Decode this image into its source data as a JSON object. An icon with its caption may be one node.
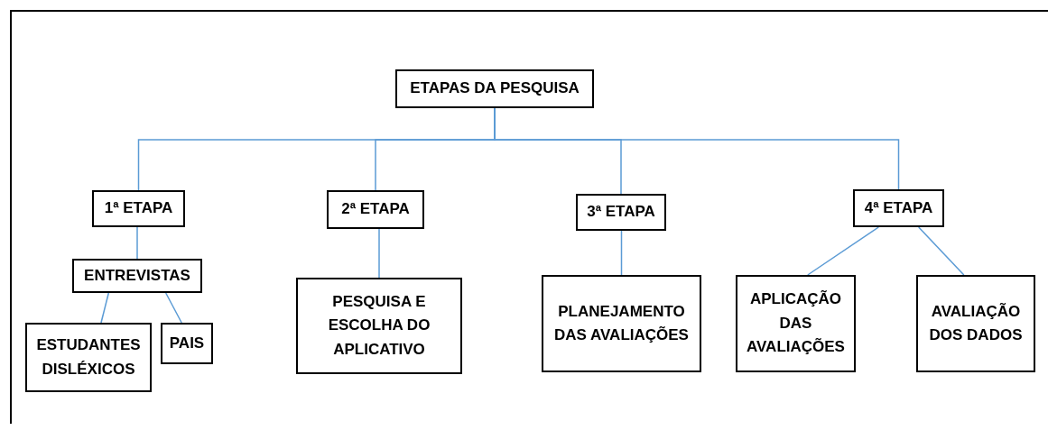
{
  "diagram": {
    "nodes": [
      {
        "text": [
          "ETAPAS DA PESQUISA"
        ]
      },
      {
        "text": [
          "1ª ETAPA"
        ]
      },
      {
        "text": [
          "ENTREVISTAS"
        ]
      },
      {
        "text": [
          "ESTUDANTES DISLÉXICOS"
        ]
      },
      {
        "text": [
          "PAIS"
        ]
      },
      {
        "text": [
          "2ª ETAPA"
        ]
      },
      {
        "text": [
          "PESQUISA E ESCOLHA DO APLICATIVO"
        ]
      },
      {
        "text": [
          "3ª ETAPA"
        ]
      },
      {
        "text": [
          "PLANEJAMENTO DAS AVALIAÇÕES"
        ]
      },
      {
        "text": [
          "4ª ETAPA"
        ]
      },
      {
        "text": [
          "APLICAÇÃO DAS AVALIAÇÕES"
        ]
      },
      {
        "text": [
          "AVALIAÇÃO DOS DADOS"
        ]
      }
    ],
    "edges": [
      {
        "from": 0,
        "to": 1,
        "arrow": "none"
      },
      {
        "from": 0,
        "to": 5,
        "arrow": "none"
      },
      {
        "from": 0,
        "to": 7,
        "arrow": "none"
      },
      {
        "from": 0,
        "to": 9,
        "arrow": "none"
      },
      {
        "from": 1,
        "to": 2,
        "arrow": "none"
      },
      {
        "from": 2,
        "to": 3,
        "arrow": "none"
      },
      {
        "from": 2,
        "to": 4,
        "arrow": "none"
      },
      {
        "from": 5,
        "to": 6,
        "arrow": "none"
      },
      {
        "from": 7,
        "to": 8,
        "arrow": "none"
      },
      {
        "from": 9,
        "to": 10,
        "arrow": "none"
      },
      {
        "from": 9,
        "to": 11,
        "arrow": "none"
      }
    ]
  }
}
